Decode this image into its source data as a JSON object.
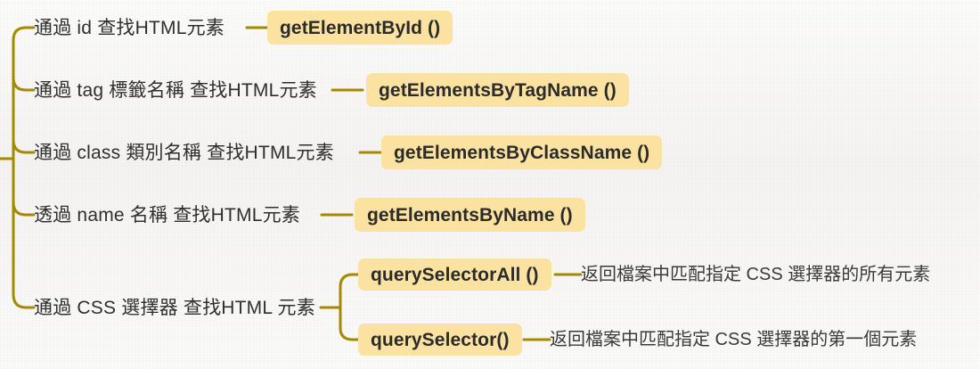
{
  "theme": {
    "background": "#f7f6f4",
    "badge_fill": "#fbe2a0",
    "branch_line": "#a58a00",
    "text_color": "#2f2f2f",
    "desc_color": "#3a3a3a"
  },
  "diagram": {
    "type": "mindmap",
    "branches": [
      {
        "label": "通過 id 查找HTML元素",
        "method": "getElementById ()"
      },
      {
        "label": "通過 tag 標籤名稱 查找HTML元素",
        "method": "getElementsByTagName ()"
      },
      {
        "label": "通過 class 類別名稱 查找HTML元素",
        "method": "getElementsByClassName ()"
      },
      {
        "label": "透過 name 名稱 查找HTML元素",
        "method": "getElementsByName ()"
      },
      {
        "label": "通過 CSS 選擇器 查找HTML 元素",
        "children": [
          {
            "method": "querySelectorAll ()",
            "description": "返回檔案中匹配指定 CSS 選擇器的所有元素"
          },
          {
            "method": "querySelector()",
            "description": "返回檔案中匹配指定 CSS 選擇器的第一個元素"
          }
        ]
      }
    ]
  }
}
